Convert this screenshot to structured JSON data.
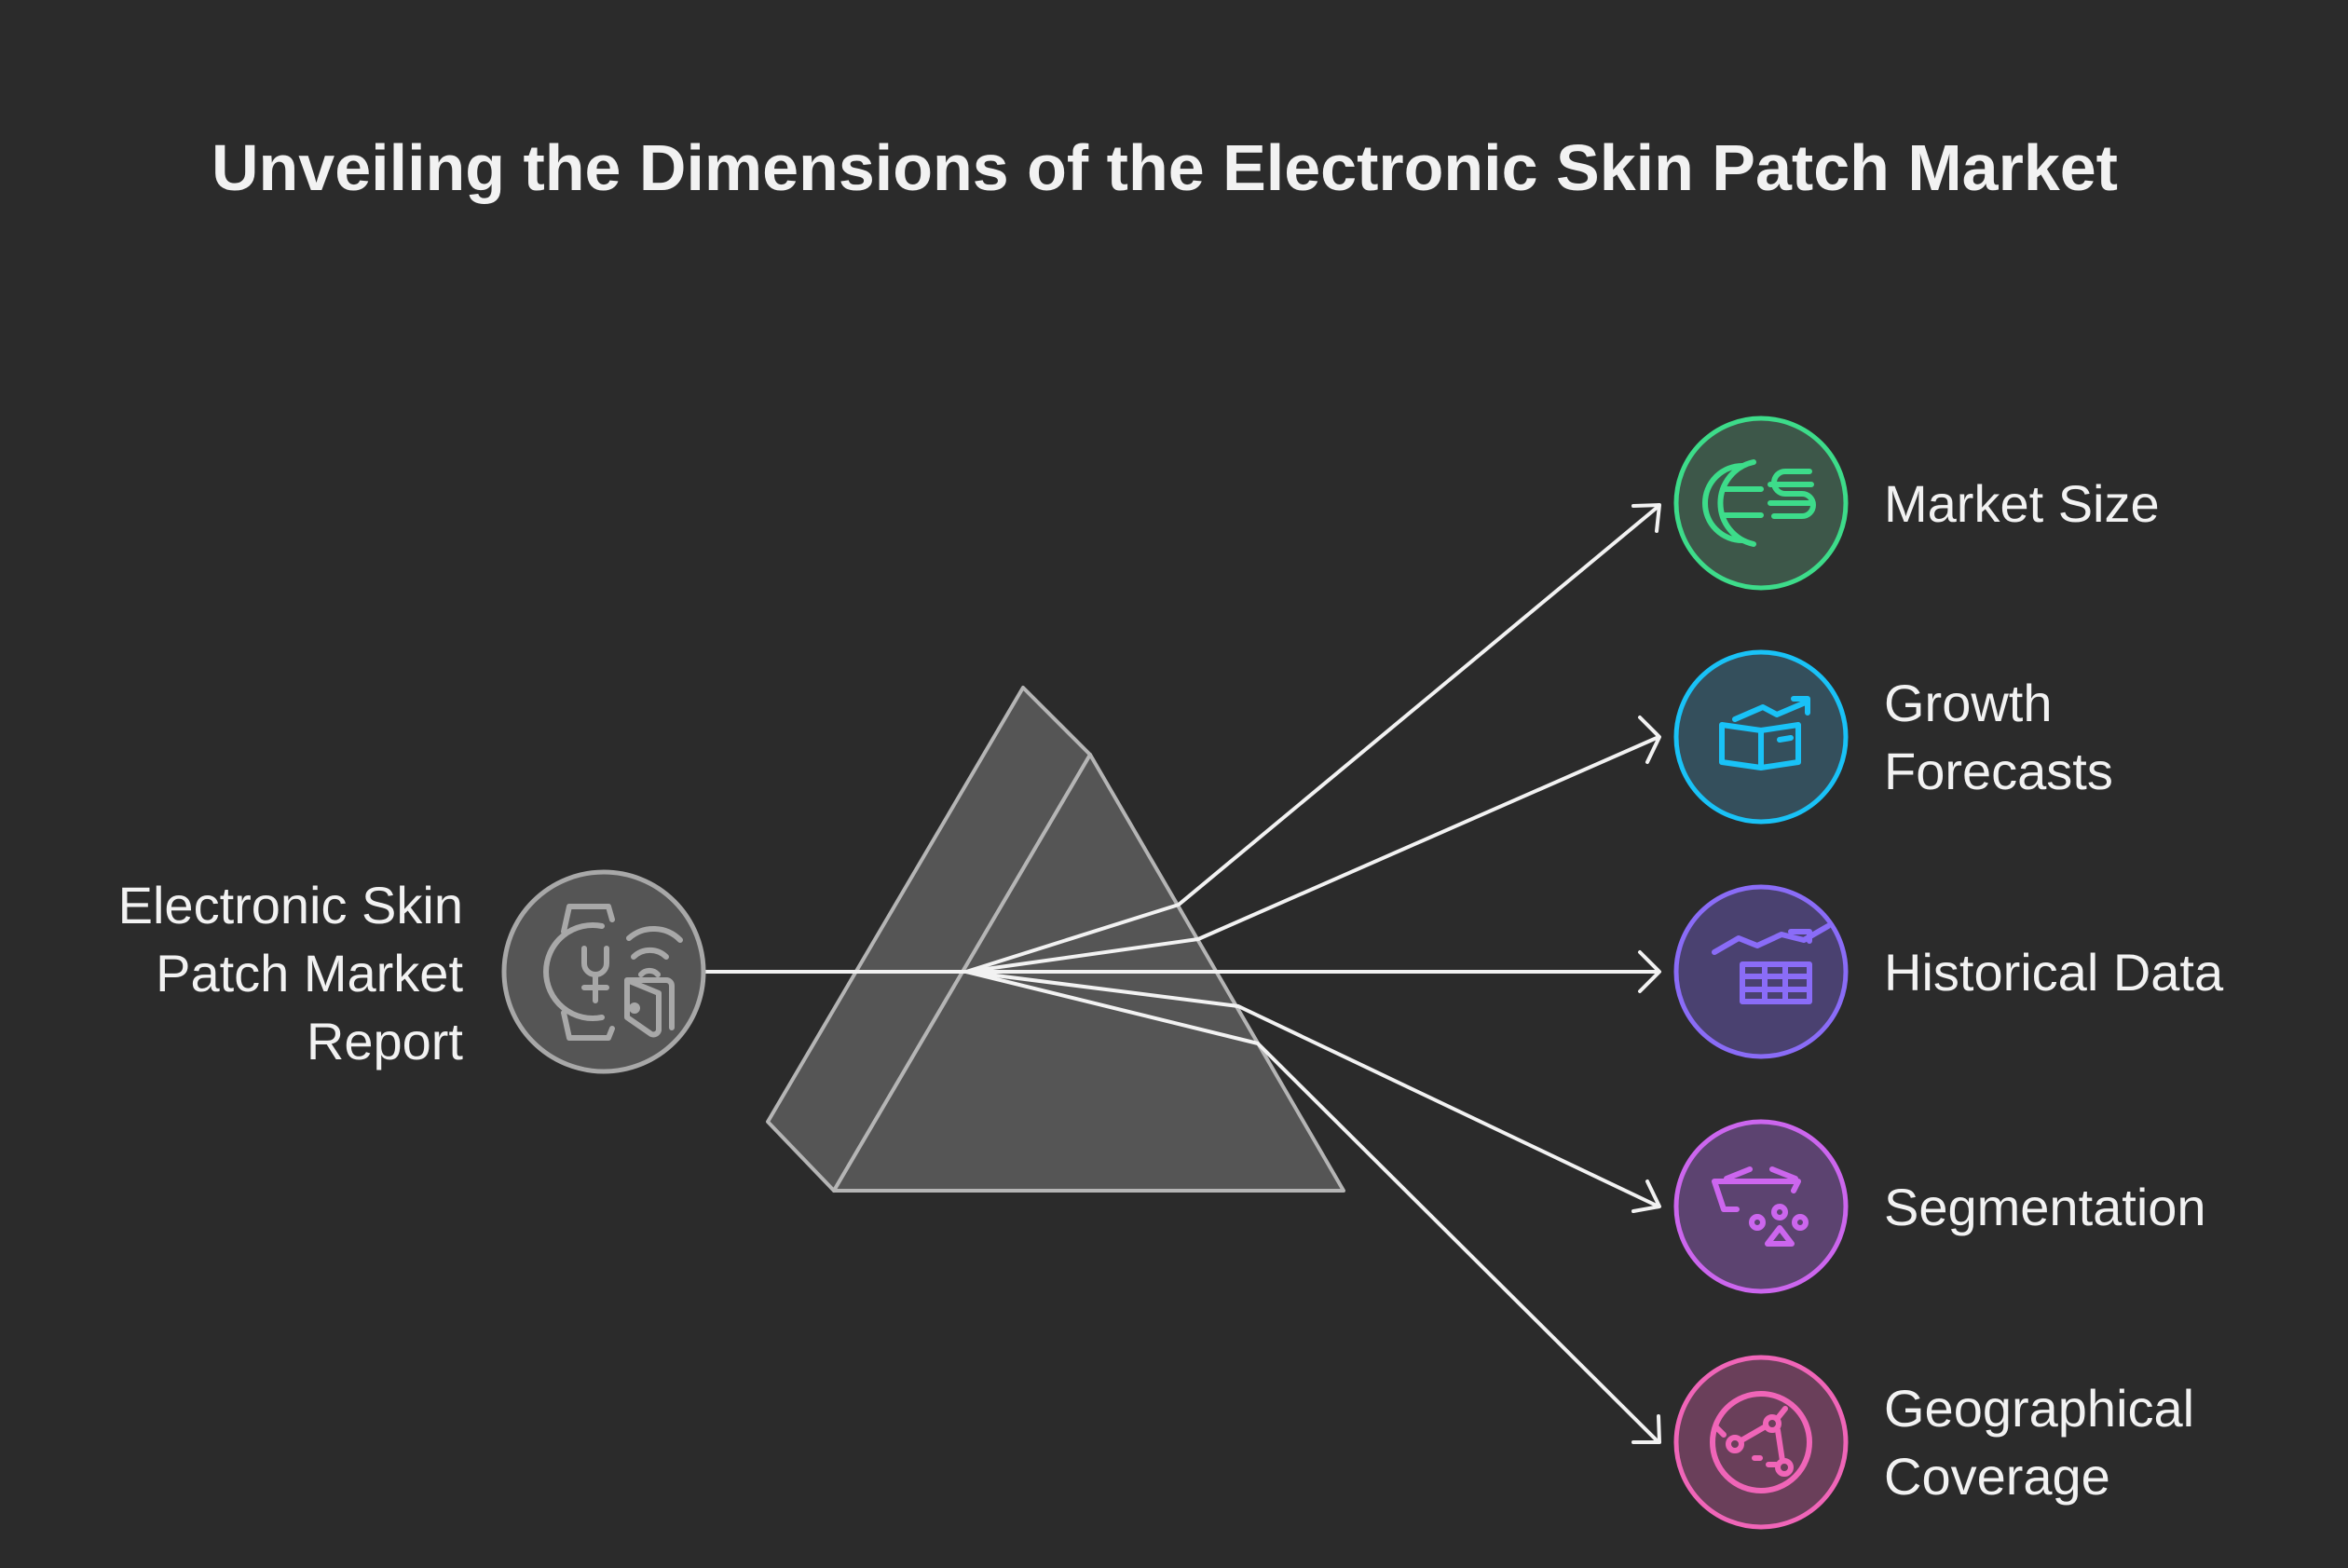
{
  "title": "Unveiling the Dimensions of the Electronic Skin Patch Market",
  "source": {
    "label_lines": [
      "Electronic Skin",
      "Patch Market",
      "Report"
    ],
    "icon": "smartwatch-nfc-icon",
    "color": "#a8a8a8"
  },
  "outputs": [
    {
      "label_lines": [
        "Market Size"
      ],
      "icon": "globe-dollar-icon",
      "color": "#3ddc8a",
      "fill": "#3d5749"
    },
    {
      "label_lines": [
        "Growth",
        "Forecasts"
      ],
      "icon": "box-trend-icon",
      "color": "#19c2f7",
      "fill": "#344f5c"
    },
    {
      "label_lines": [
        "Historical Data"
      ],
      "icon": "table-trend-icon",
      "color": "#8a6cf7",
      "fill": "#4a4170"
    },
    {
      "label_lines": [
        "Segmentation"
      ],
      "icon": "basket-shapes-icon",
      "color": "#cc66ee",
      "fill": "#5c4370"
    },
    {
      "label_lines": [
        "Geographical",
        "Coverage"
      ],
      "icon": "globe-network-icon",
      "color": "#f065b8",
      "fill": "#6a3f5a"
    }
  ]
}
